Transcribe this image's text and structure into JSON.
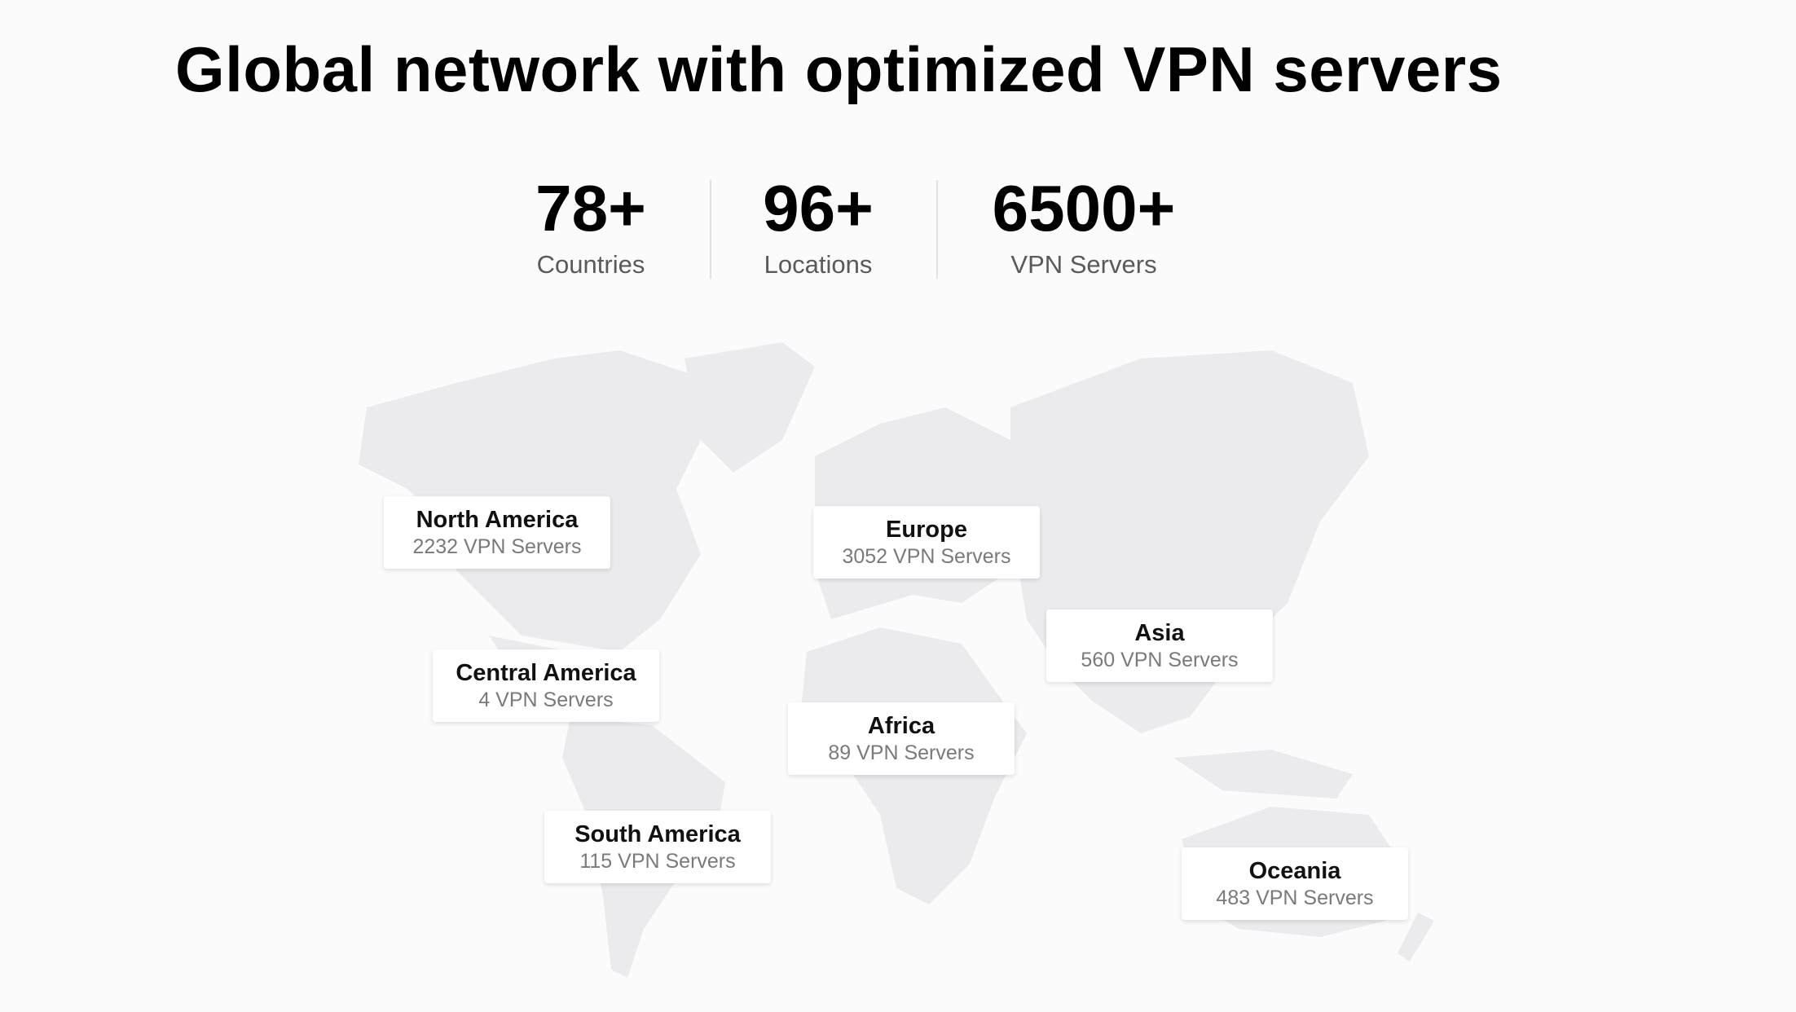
{
  "header": {
    "title": "Global network with optimized VPN servers"
  },
  "stats": [
    {
      "value": "78+",
      "label": "Countries"
    },
    {
      "value": "96+",
      "label": "Locations"
    },
    {
      "value": "6500+",
      "label": "VPN Servers"
    }
  ],
  "regions": [
    {
      "name": "North America",
      "servers": "2232 VPN Servers"
    },
    {
      "name": "Europe",
      "servers": "3052 VPN Servers"
    },
    {
      "name": "Central America",
      "servers": "4 VPN Servers"
    },
    {
      "name": "Asia",
      "servers": "560 VPN Servers"
    },
    {
      "name": "Africa",
      "servers": "89 VPN Servers"
    },
    {
      "name": "South America",
      "servers": "115 VPN Servers"
    },
    {
      "name": "Oceania",
      "servers": "483 VPN Servers"
    }
  ],
  "colors": {
    "background": "#fbfbfc",
    "land": "#ebebee",
    "card": "#ffffff"
  }
}
